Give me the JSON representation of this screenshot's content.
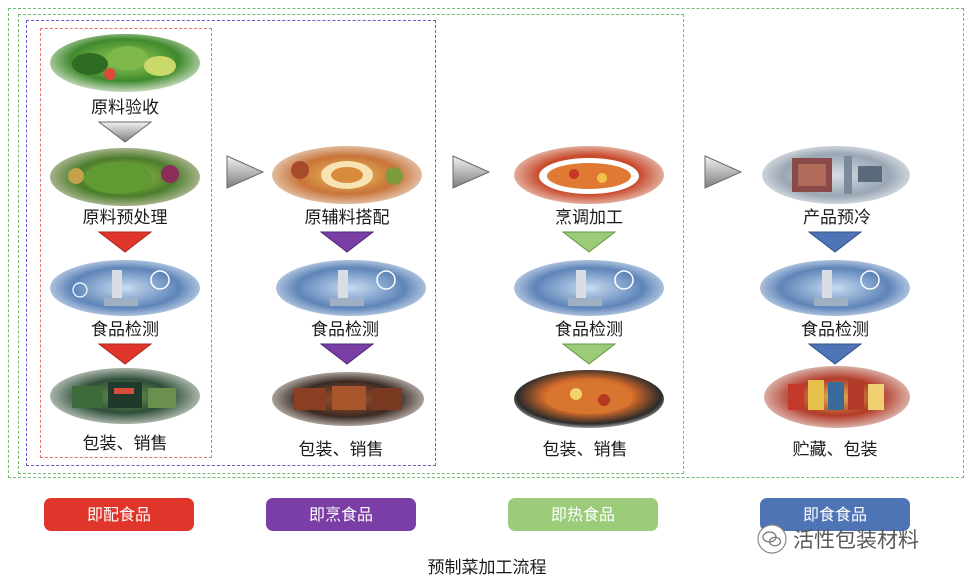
{
  "columns": [
    {
      "steps": [
        "原料验收",
        "原料预处理",
        "食品检测",
        "包装、销售"
      ],
      "arrow_color": "#e0352b",
      "category": "即配食品",
      "category_color": "#e0352b"
    },
    {
      "steps": [
        "原辅料搭配",
        "食品检测",
        "包装、销售"
      ],
      "arrow_color": "#7b3ea6",
      "category": "即烹食品",
      "category_color": "#7b3ea6"
    },
    {
      "steps": [
        "烹调加工",
        "食品检测",
        "包装、销售"
      ],
      "arrow_color": "#9ccc7a",
      "category": "即热食品",
      "category_color": "#9ccc7a"
    },
    {
      "steps": [
        "产品预冷",
        "食品检测",
        "贮藏、包装"
      ],
      "arrow_color": "#4f74b5",
      "category": "即食食品",
      "category_color": "#4f74b5"
    }
  ],
  "caption": "预制菜加工流程",
  "watermark": "活性包装材料",
  "icons": [
    "vegetables-photo",
    "salad-bowl-photo",
    "microscope-photo",
    "packaged-food-photo",
    "dish-platter-photo",
    "food-trays-photo",
    "casserole-photo",
    "hotpot-photo",
    "chiller-photo",
    "canned-goods-photo",
    "wechat-icon"
  ],
  "border_colors": {
    "red": "#e57373",
    "purple": "#6a5acd",
    "green": "#6fbf73"
  }
}
